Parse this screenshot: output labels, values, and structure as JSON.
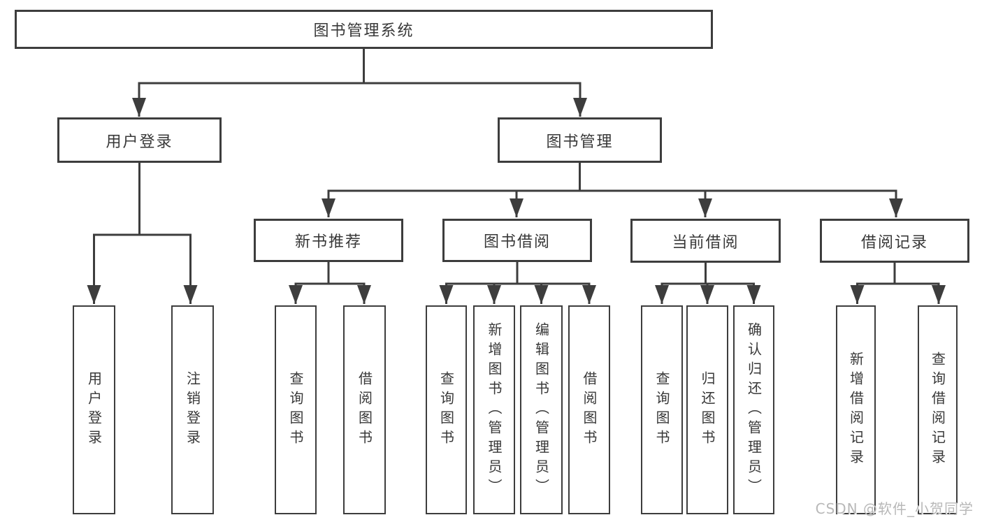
{
  "diagram": {
    "title": "图书管理系统",
    "watermark": "CSDN @软件_小贺同学",
    "colors": {
      "line": "#3d3d3d",
      "text": "#383838",
      "background": "#ffffff",
      "watermark": "#b8b8b8"
    },
    "nodes": {
      "root": {
        "label": "图书管理系统"
      },
      "user_login": {
        "label": "用户登录"
      },
      "book_mgmt": {
        "label": "图书管理"
      },
      "new_book_rec": {
        "label": "新书推荐"
      },
      "book_borrow": {
        "label": "图书借阅"
      },
      "current_borrow": {
        "label": "当前借阅"
      },
      "borrow_records": {
        "label": "借阅记录"
      },
      "leaf_user_login": {
        "label": "用户登录"
      },
      "leaf_logout": {
        "label": "注销登录"
      },
      "leaf_query_book_1": {
        "label": "查询图书"
      },
      "leaf_borrow_book_1": {
        "label": "借阅图书"
      },
      "leaf_query_book_2": {
        "label": "查询图书"
      },
      "leaf_add_book": {
        "label": "新增图书（管理员）"
      },
      "leaf_edit_book": {
        "label": "编辑图书（管理员）"
      },
      "leaf_borrow_book_2": {
        "label": "借阅图书"
      },
      "leaf_query_book_3": {
        "label": "查询图书"
      },
      "leaf_return_book": {
        "label": "归还图书"
      },
      "leaf_confirm_return": {
        "label": "确认归还（管理员）"
      },
      "leaf_add_record": {
        "label": "新增借阅记录"
      },
      "leaf_query_record": {
        "label": "查询借阅记录"
      }
    }
  }
}
